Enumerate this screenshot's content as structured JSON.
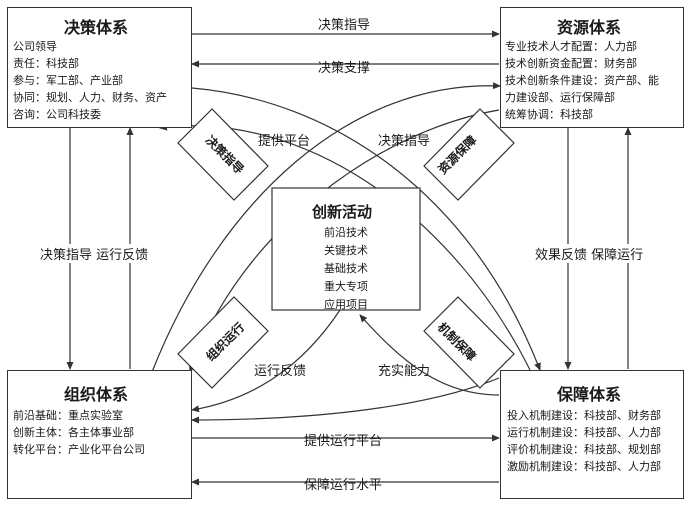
{
  "decision": {
    "title": "决策体系",
    "lines": [
      "公司领导",
      "责任：科技部",
      "参与：军工部、产业部",
      "协同：规划、人力、财务、资产",
      "咨询：公司科技委"
    ]
  },
  "resource": {
    "title": "资源体系",
    "lines": [
      "专业技术人才配置：人力部",
      "技术创新资金配置：财务部",
      "技术创新条件建设：资产部、能",
      "力建设部、运行保障部",
      "统筹协调：科技部"
    ]
  },
  "organization": {
    "title": "组织体系",
    "lines": [
      "前沿基础：重点实验室",
      "创新主体：各主体事业部",
      "转化平台：产业化平台公司"
    ]
  },
  "guarantee": {
    "title": "保障体系",
    "lines": [
      "投入机制建设：科技部、财务部",
      "运行机制建设：科技部、人力部",
      "评价机制建设：科技部、规划部",
      "激励机制建设：科技部、人力部"
    ]
  },
  "center": {
    "title": "创新活动",
    "items": [
      "前沿技术",
      "关键技术",
      "基础技术",
      "重大专项",
      "应用项目"
    ]
  },
  "arrows": {
    "top_right": "决策指导",
    "top_left": "决策支撑",
    "bottom_right": "提供运行平台",
    "bottom_left": "保障运行水平",
    "left_vertical": "决策指导  运行反馈",
    "right_vertical": "效果反馈  保障运行",
    "mid_top_left": "提供平台",
    "mid_top_right": "决策指导",
    "mid_bottom_left": "运行反馈",
    "mid_bottom_right": "充实能力"
  },
  "funnels": {
    "top_left": "决策指导",
    "top_right": "资源保障",
    "bottom_left": "组织运行",
    "bottom_right": "机制保障"
  }
}
